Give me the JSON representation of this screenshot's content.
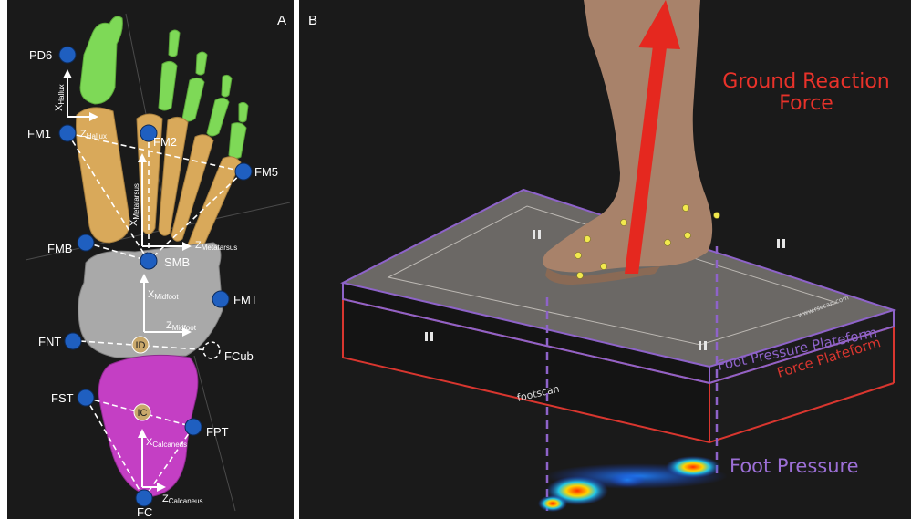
{
  "panel_a": {
    "label": "A",
    "landmarks": {
      "pd6": "PD6",
      "fm1": "FM1",
      "fm2": "FM2",
      "fm5": "FM5",
      "fmb": "FMB",
      "smb": "SMB",
      "fmt": "FMT",
      "fnt": "FNT",
      "fcub": "FCub",
      "fst": "FST",
      "fpt": "FPT",
      "fc": "FC"
    },
    "centers": {
      "id": "ID",
      "ic": "IC"
    },
    "axes": {
      "hallux_x": "X",
      "hallux_x_sub": "Hallux",
      "hallux_z": "Z",
      "hallux_z_sub": "Hallux",
      "metatarsus_x": "X",
      "metatarsus_x_sub": "Metatarsus",
      "metatarsus_z": "Z",
      "metatarsus_z_sub": "Metatarsus",
      "midfoot_x": "X",
      "midfoot_x_sub": "Midfoot",
      "midfoot_z": "Z",
      "midfoot_z_sub": "Midfoot",
      "calcaneus_x": "X",
      "calcaneus_x_sub": "Calcaneus",
      "calcaneus_z": "Z",
      "calcaneus_z_sub": "Calcaneus"
    },
    "colors": {
      "phalanges": "#7ed957",
      "metatarsals": "#d9a95a",
      "midfoot": "#a9a9a9",
      "calcaneus": "#c43fc4",
      "marker": "#1f5fc0",
      "center": "#c9a86b"
    }
  },
  "panel_b": {
    "label": "B",
    "grf_line1": "Ground Reaction",
    "grf_line2": "Force",
    "foot_pressure_plateform": "Foot Pressure Plateform",
    "force_plateform": "Force Plateform",
    "foot_pressure": "Foot Pressure",
    "brand": "footscan",
    "brand_url": "www.rsscan.com",
    "colors": {
      "grf_arrow": "#e5281f",
      "pressure_plate_outline": "#8e63c9",
      "force_plate_outline": "#d9362f",
      "marker": "#f2e94e"
    }
  }
}
